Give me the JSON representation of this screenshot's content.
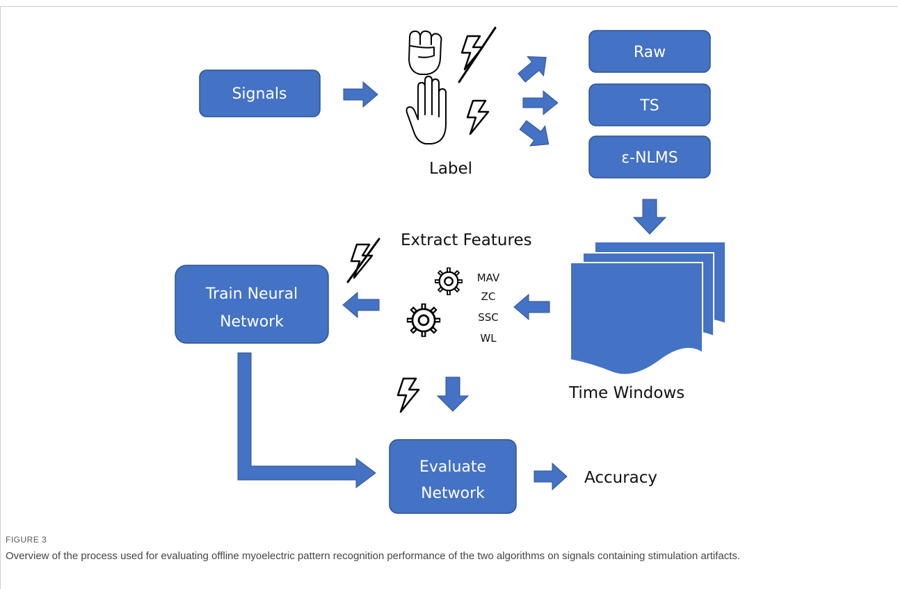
{
  "colors": {
    "box_fill": "#4472C4",
    "box_stroke": "#2F528F",
    "arrow": "#4472C4"
  },
  "nodes": {
    "signals": "Signals",
    "raw": "Raw",
    "ts": "TS",
    "nlms": "ε-NLMS",
    "train_line1": "Train Neural",
    "train_line2": "Network",
    "evaluate_line1": "Evaluate",
    "evaluate_line2": "Network"
  },
  "labels": {
    "label": "Label",
    "extract_features": "Extract Features",
    "time_windows": "Time Windows",
    "accuracy": "Accuracy"
  },
  "features": [
    "MAV",
    "ZC",
    "SSC",
    "WL"
  ],
  "icons": [
    "fist-icon",
    "no-stimulation-icon",
    "open-hand-icon",
    "stimulation-icon",
    "gears-icon",
    "stacked-windows-icon"
  ],
  "caption": {
    "figure_label": "FIGURE 3",
    "text": "Overview of the process used for evaluating offline myoelectric pattern recognition performance of the two algorithms on signals containing stimulation artifacts."
  }
}
